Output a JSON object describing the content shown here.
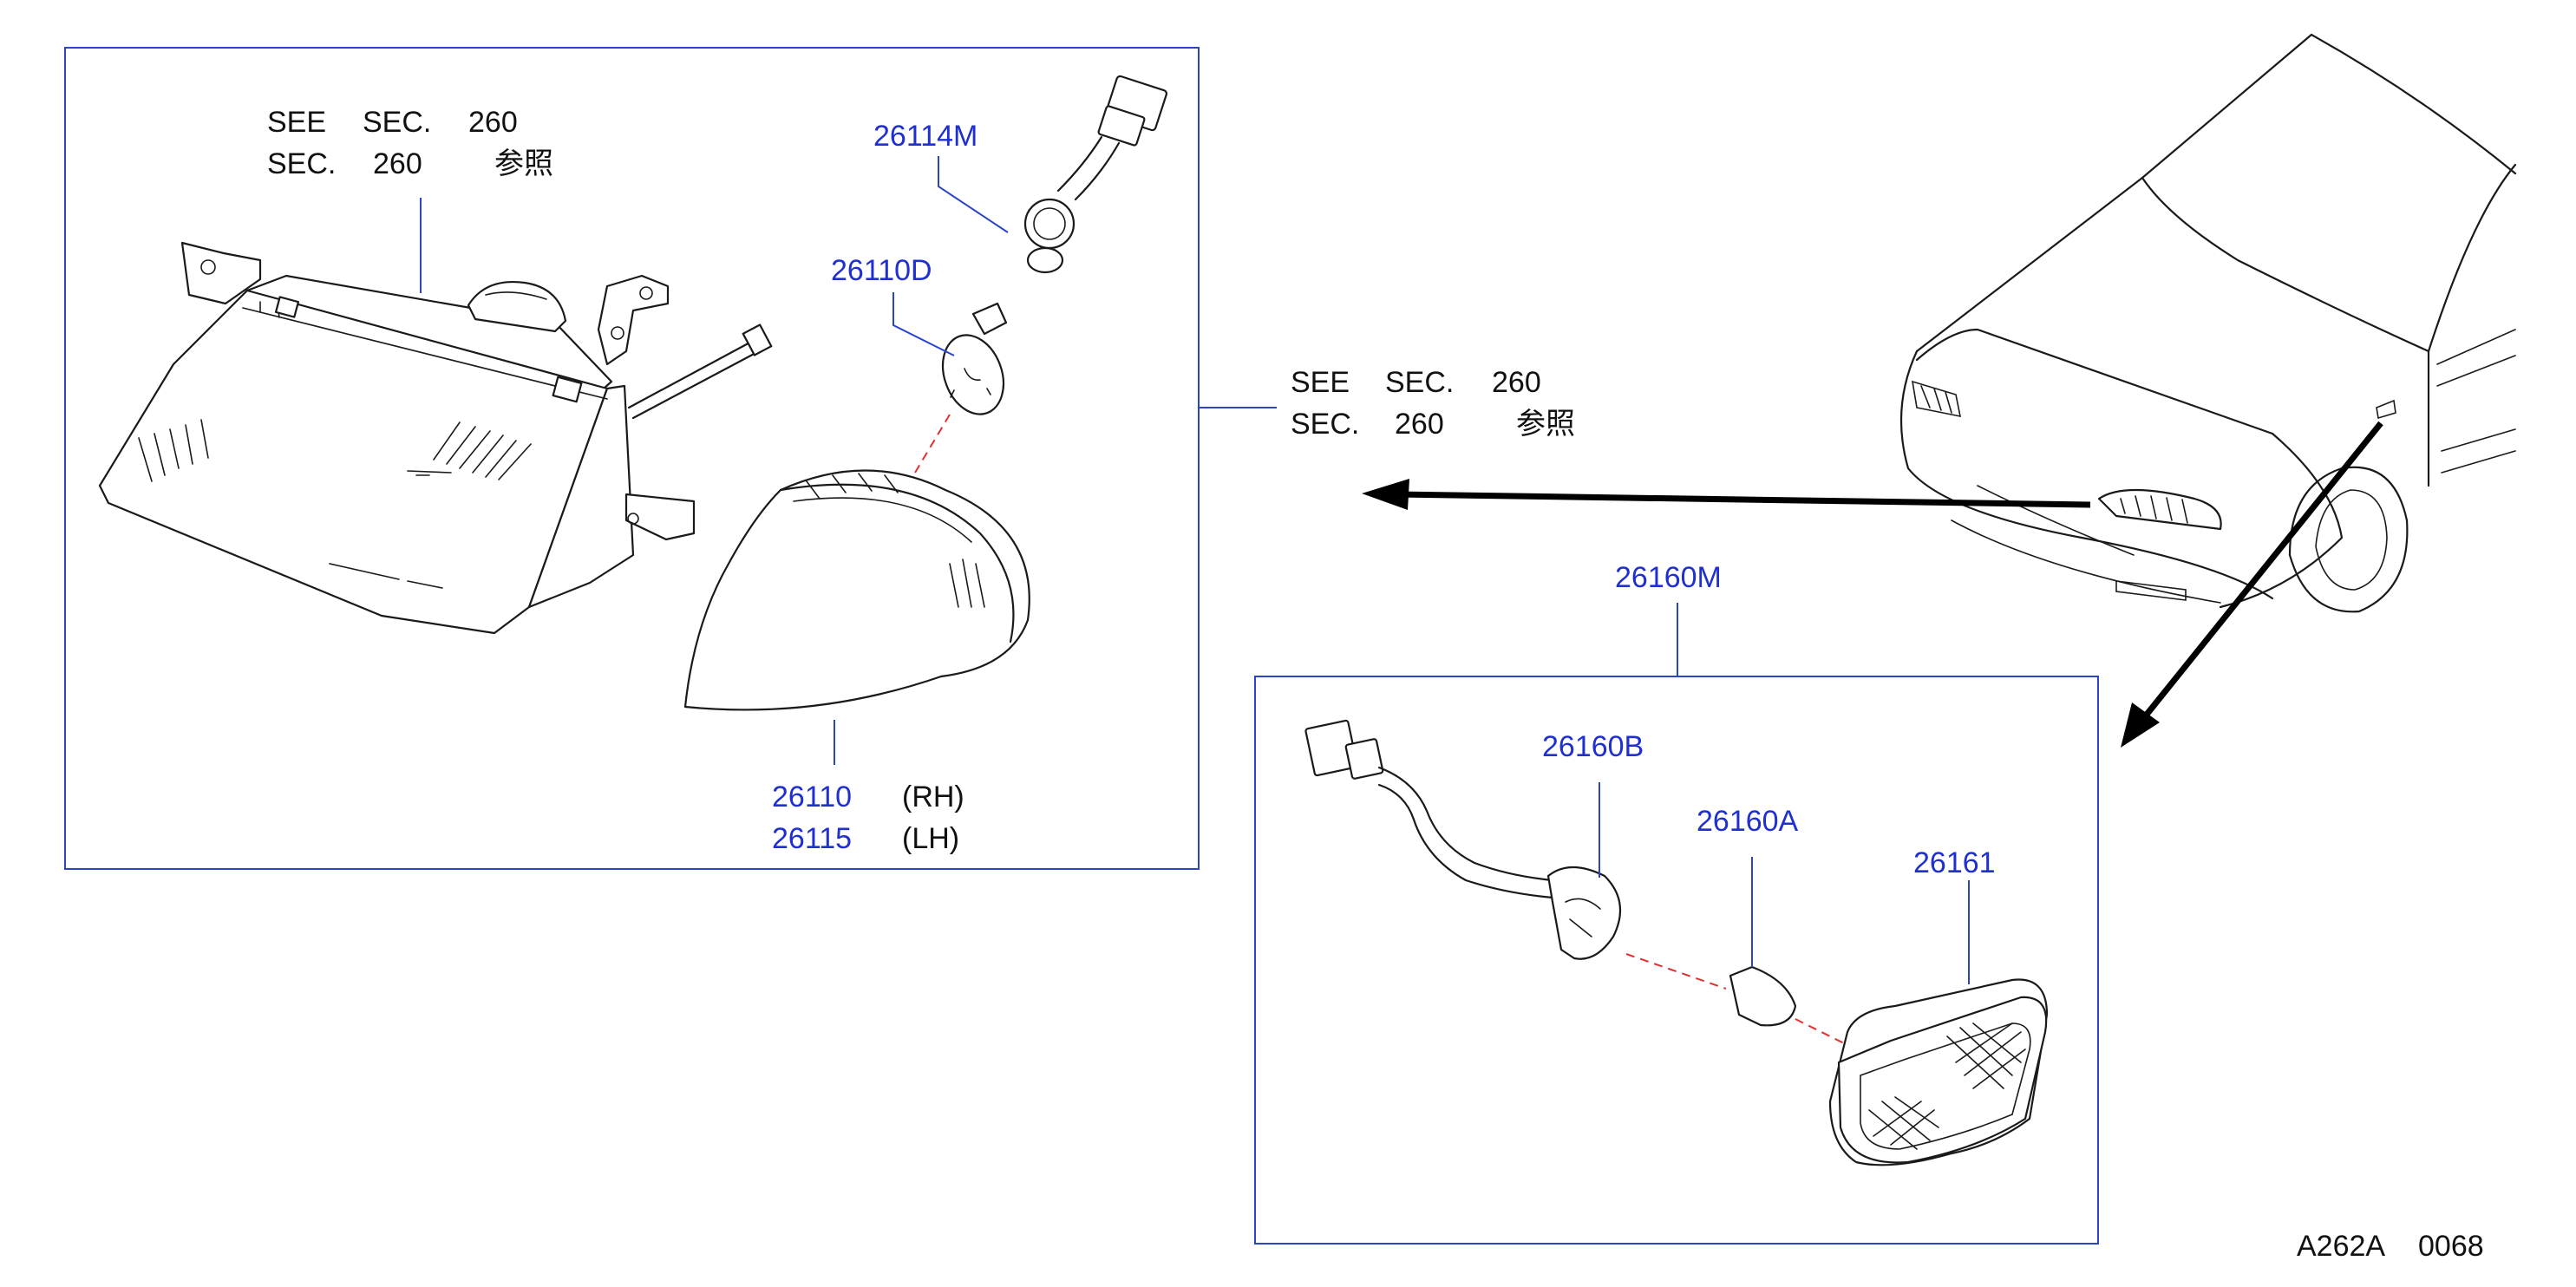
{
  "references": {
    "top_left": {
      "line1": [
        "SEE",
        "SEC.",
        "260"
      ],
      "line2": [
        "SEC.",
        "260",
        "参照"
      ]
    },
    "middle": {
      "line1": [
        "SEE",
        "SEC.",
        "260"
      ],
      "line2": [
        "SEC.",
        "260",
        "参照"
      ]
    }
  },
  "parts": {
    "p26114M": "26114M",
    "p26110D": "26110D",
    "p26110": "26110",
    "p26110_side": "(RH)",
    "p26115": "26115",
    "p26115_side": "(LH)",
    "p26160M": "26160M",
    "p26160B": "26160B",
    "p26160A": "26160A",
    "p26161": "26161"
  },
  "footer": {
    "code": "A262A",
    "number": "0068"
  },
  "colors": {
    "part_label": "#1f2fd0",
    "frame": "#2a44c8",
    "dashed_link": "#e03030",
    "ink": "#111111"
  }
}
